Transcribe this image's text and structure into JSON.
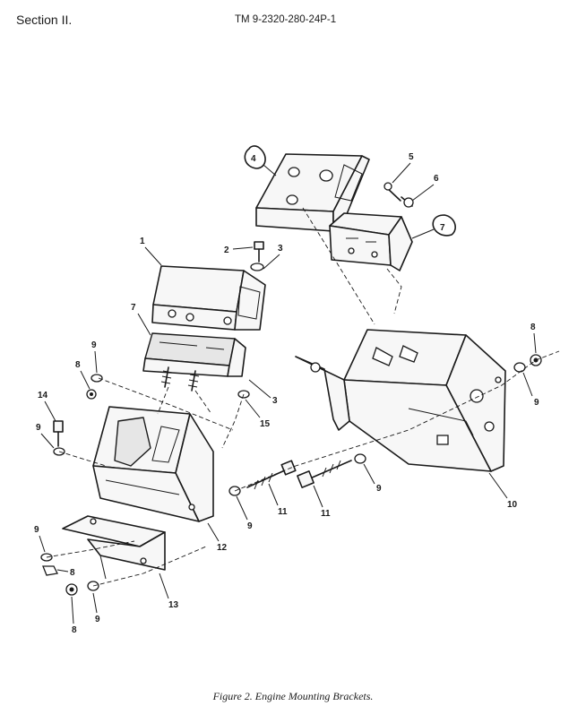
{
  "header": {
    "section": "Section II.",
    "tm_number": "TM 9-2320-280-24P-1"
  },
  "figure": {
    "caption": "Figure 2.  Engine Mounting Brackets.",
    "callouts": [
      {
        "label": "4"
      },
      {
        "label": "5"
      },
      {
        "label": "6"
      },
      {
        "label": "7"
      },
      {
        "label": "1"
      },
      {
        "label": "2"
      },
      {
        "label": "3"
      },
      {
        "label": "7"
      },
      {
        "label": "8"
      },
      {
        "label": "9"
      },
      {
        "label": "9"
      },
      {
        "label": "8"
      },
      {
        "label": "3"
      },
      {
        "label": "15"
      },
      {
        "label": "14"
      },
      {
        "label": "9"
      },
      {
        "label": "9"
      },
      {
        "label": "11"
      },
      {
        "label": "11"
      },
      {
        "label": "9"
      },
      {
        "label": "10"
      },
      {
        "label": "12"
      },
      {
        "label": "9"
      },
      {
        "label": "8"
      },
      {
        "label": "13"
      },
      {
        "label": "8"
      },
      {
        "label": "9"
      }
    ]
  }
}
